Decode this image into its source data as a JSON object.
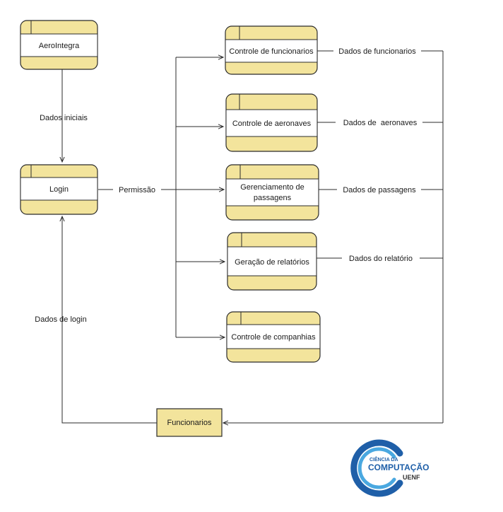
{
  "processes": {
    "aerointegra": "AeroIntegra",
    "login": "Login",
    "controle_funcionarios": "Controle de funcionarios",
    "controle_aeronaves": "Controle de aeronaves",
    "gerenciamento_passagens_line1": "Gerenciamento de",
    "gerenciamento_passagens_line2": "passagens",
    "geracao_relatorios": "Geração de relatórios",
    "controle_companhias": "Controle de companhias"
  },
  "datastore": {
    "funcionarios": "Funcionarios"
  },
  "flows": {
    "dados_iniciais": "Dados iniciais",
    "permissao": "Permissão",
    "dados_login": "Dados de login",
    "dados_funcionarios": "Dados de funcionarios",
    "dados_aeronaves": "Dados de  aeronaves",
    "dados_passagens": "Dados de passagens",
    "dados_relatorio": "Dados do relatório"
  },
  "logo": {
    "line1": "CIÊNCIA DA",
    "line2": "COMPUTAÇÃO",
    "line3": "UENF",
    "colors": {
      "blue_dark": "#1f5fa8",
      "blue_light": "#4aa8e0"
    }
  },
  "colors": {
    "process_fill": "#f3e49c",
    "stroke": "#2b2b2b"
  }
}
